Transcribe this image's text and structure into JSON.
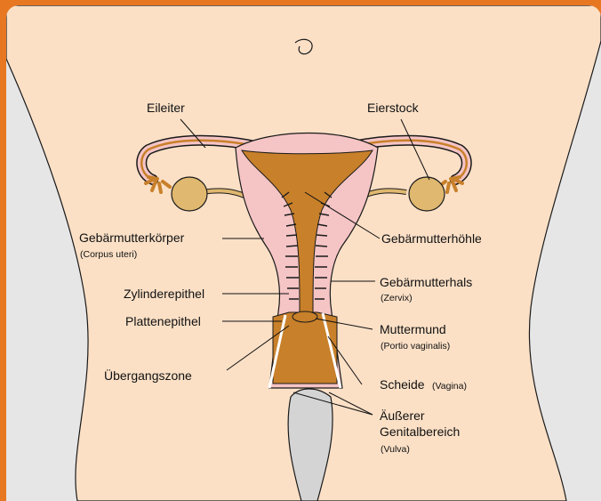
{
  "labels": {
    "eileiter": "Eileiter",
    "eierstock": "Eierstock",
    "gebaermutterkoerper": "Gebärmutterkörper",
    "corpus_uteri": "(Corpus uteri)",
    "gebaermutterhoehle": "Gebärmutterhöhle",
    "gebaermutterhals": "Gebärmutterhals",
    "zervix": "(Zervix)",
    "zylinderepithel": "Zylinderepithel",
    "plattenepithel": "Plattenepithel",
    "muttermund": "Muttermund",
    "portio_vaginalis": "(Portio vaginalis)",
    "uebergangszone": "Übergangszone",
    "scheide": "Scheide",
    "vagina": "(Vagina)",
    "aeusserer": "Äußerer",
    "genitalbereich": "Genitalbereich",
    "vulva": "(Vulva)"
  },
  "colors": {
    "frame": "#e87722",
    "background": "#e6e6e6",
    "skin": "#fbe0c6",
    "tissue": "#f5c4c4",
    "tissue_outline": "#1a1a1a",
    "cavity": "#c8802a",
    "ovary": "#e0b870",
    "vulva": "#d4d4d4"
  }
}
